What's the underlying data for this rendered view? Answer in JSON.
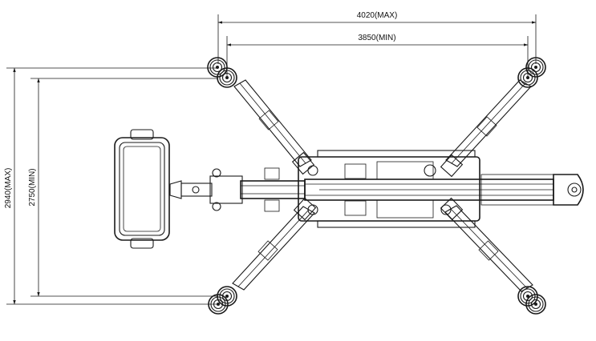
{
  "dimensions": {
    "span_max": "4020(MAX)",
    "span_min": "3850(MIN)",
    "depth_max": "2940(MAX)",
    "depth_min": "2750(MIN)"
  }
}
